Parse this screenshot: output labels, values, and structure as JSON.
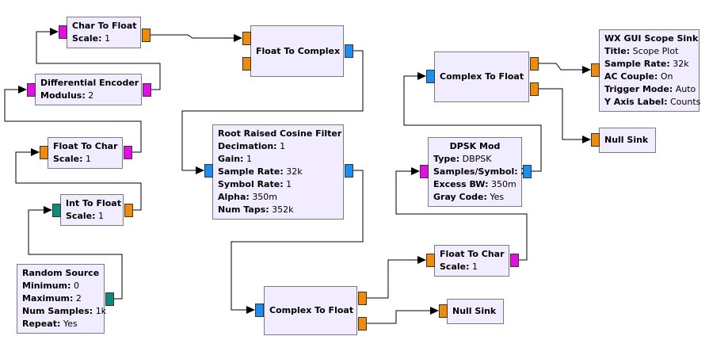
{
  "colors": {
    "block_bg": "#f1ecff",
    "block_border": "#7a7a7a",
    "port_byte": "#e30ee3",
    "port_float": "#f08a0a",
    "port_complex": "#1b8ef0",
    "port_int": "#108a7a",
    "wire": "#000000"
  },
  "blocks": {
    "char_to_float": {
      "title": "Char To Float",
      "params": [
        {
          "key": "Scale:",
          "value": "1"
        }
      ]
    },
    "differential_encoder": {
      "title": "Differential Encoder",
      "params": [
        {
          "key": "Modulus:",
          "value": "2"
        }
      ]
    },
    "float_to_char_left": {
      "title": "Float To Char",
      "params": [
        {
          "key": "Scale:",
          "value": "1"
        }
      ]
    },
    "int_to_float": {
      "title": "Int To Float",
      "params": [
        {
          "key": "Scale:",
          "value": "1"
        }
      ]
    },
    "random_source": {
      "title": "Random Source",
      "params": [
        {
          "key": "Minimum:",
          "value": "0"
        },
        {
          "key": "Maximum:",
          "value": "2"
        },
        {
          "key": "Num Samples:",
          "value": "1k"
        },
        {
          "key": "Repeat:",
          "value": "Yes"
        }
      ]
    },
    "float_to_complex": {
      "title": "Float To Complex",
      "params": []
    },
    "rrc_filter": {
      "title": "Root Raised Cosine Filter",
      "params": [
        {
          "key": "Decimation:",
          "value": "1"
        },
        {
          "key": "Gain:",
          "value": "1"
        },
        {
          "key": "Sample Rate:",
          "value": "32k"
        },
        {
          "key": "Symbol Rate:",
          "value": "1"
        },
        {
          "key": "Alpha:",
          "value": "350m"
        },
        {
          "key": "Num Taps:",
          "value": "352k"
        }
      ]
    },
    "complex_to_float_bottom": {
      "title": "Complex To Float",
      "params": []
    },
    "complex_to_float_top": {
      "title": "Complex To Float",
      "params": []
    },
    "dpsk_mod": {
      "title": "DPSK Mod",
      "params": [
        {
          "key": "Type:",
          "value": "DBPSK"
        },
        {
          "key": "Samples/Symbol:",
          "value": "2"
        },
        {
          "key": "Excess BW:",
          "value": "350m"
        },
        {
          "key": "Gray Code:",
          "value": "Yes"
        }
      ]
    },
    "float_to_char_right": {
      "title": "Float To Char",
      "params": [
        {
          "key": "Scale:",
          "value": "1"
        }
      ]
    },
    "null_sink_bottom": {
      "title": "Null Sink",
      "params": []
    },
    "wx_scope_sink": {
      "title": "WX GUI Scope Sink",
      "params": [
        {
          "key": "Title:",
          "value": "Scope Plot"
        },
        {
          "key": "Sample Rate:",
          "value": "32k"
        },
        {
          "key": "AC Couple:",
          "value": "On"
        },
        {
          "key": "Trigger Mode:",
          "value": "Auto"
        },
        {
          "key": "Y Axis Label:",
          "value": "Counts"
        }
      ]
    },
    "null_sink_top": {
      "title": "Null Sink",
      "params": []
    }
  }
}
